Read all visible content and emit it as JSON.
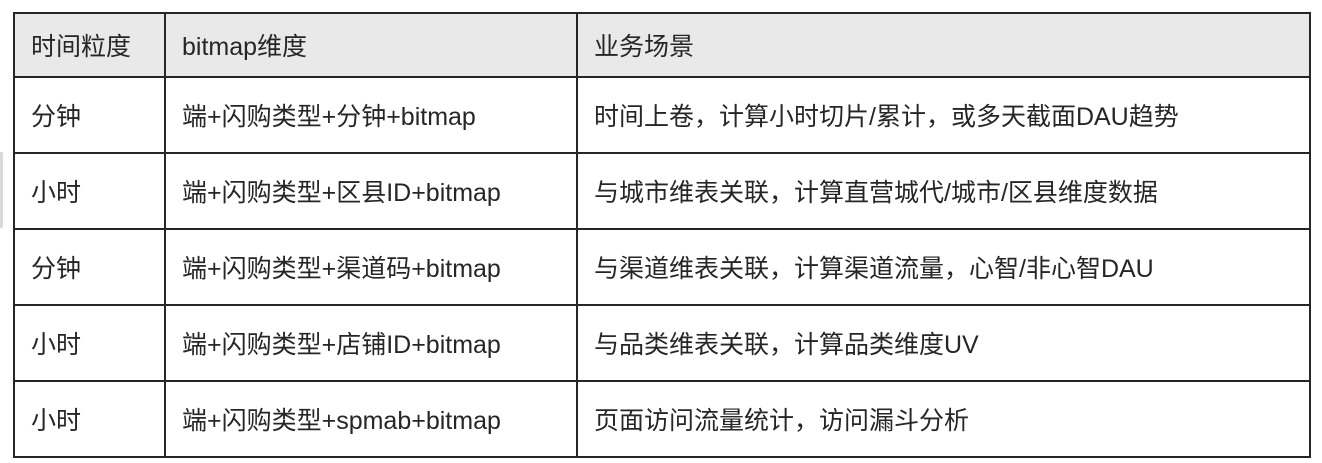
{
  "table": {
    "columns": [
      {
        "label": "时间粒度"
      },
      {
        "label": "bitmap维度"
      },
      {
        "label": "业务场景"
      }
    ],
    "rows": [
      {
        "granularity": "分钟",
        "dimension": "端+闪购类型+分钟+bitmap",
        "scenario": "时间上卷，计算小时切片/累计，或多天截面DAU趋势"
      },
      {
        "granularity": "小时",
        "dimension": "端+闪购类型+区县ID+bitmap",
        "scenario": "与城市维表关联，计算直营城代/城市/区县维度数据"
      },
      {
        "granularity": "分钟",
        "dimension": "端+闪购类型+渠道码+bitmap",
        "scenario": "与渠道维表关联，计算渠道流量，心智/非心智DAU"
      },
      {
        "granularity": "小时",
        "dimension": "端+闪购类型+店铺ID+bitmap",
        "scenario": "与品类维表关联，计算品类维度UV"
      },
      {
        "granularity": "小时",
        "dimension": "端+闪购类型+spmab+bitmap",
        "scenario": "页面访问流量统计，访问漏斗分析"
      }
    ],
    "colors": {
      "header_background": "#e9e9e9",
      "border": "#262626",
      "text": "#262626",
      "page_background": "#ffffff"
    }
  }
}
